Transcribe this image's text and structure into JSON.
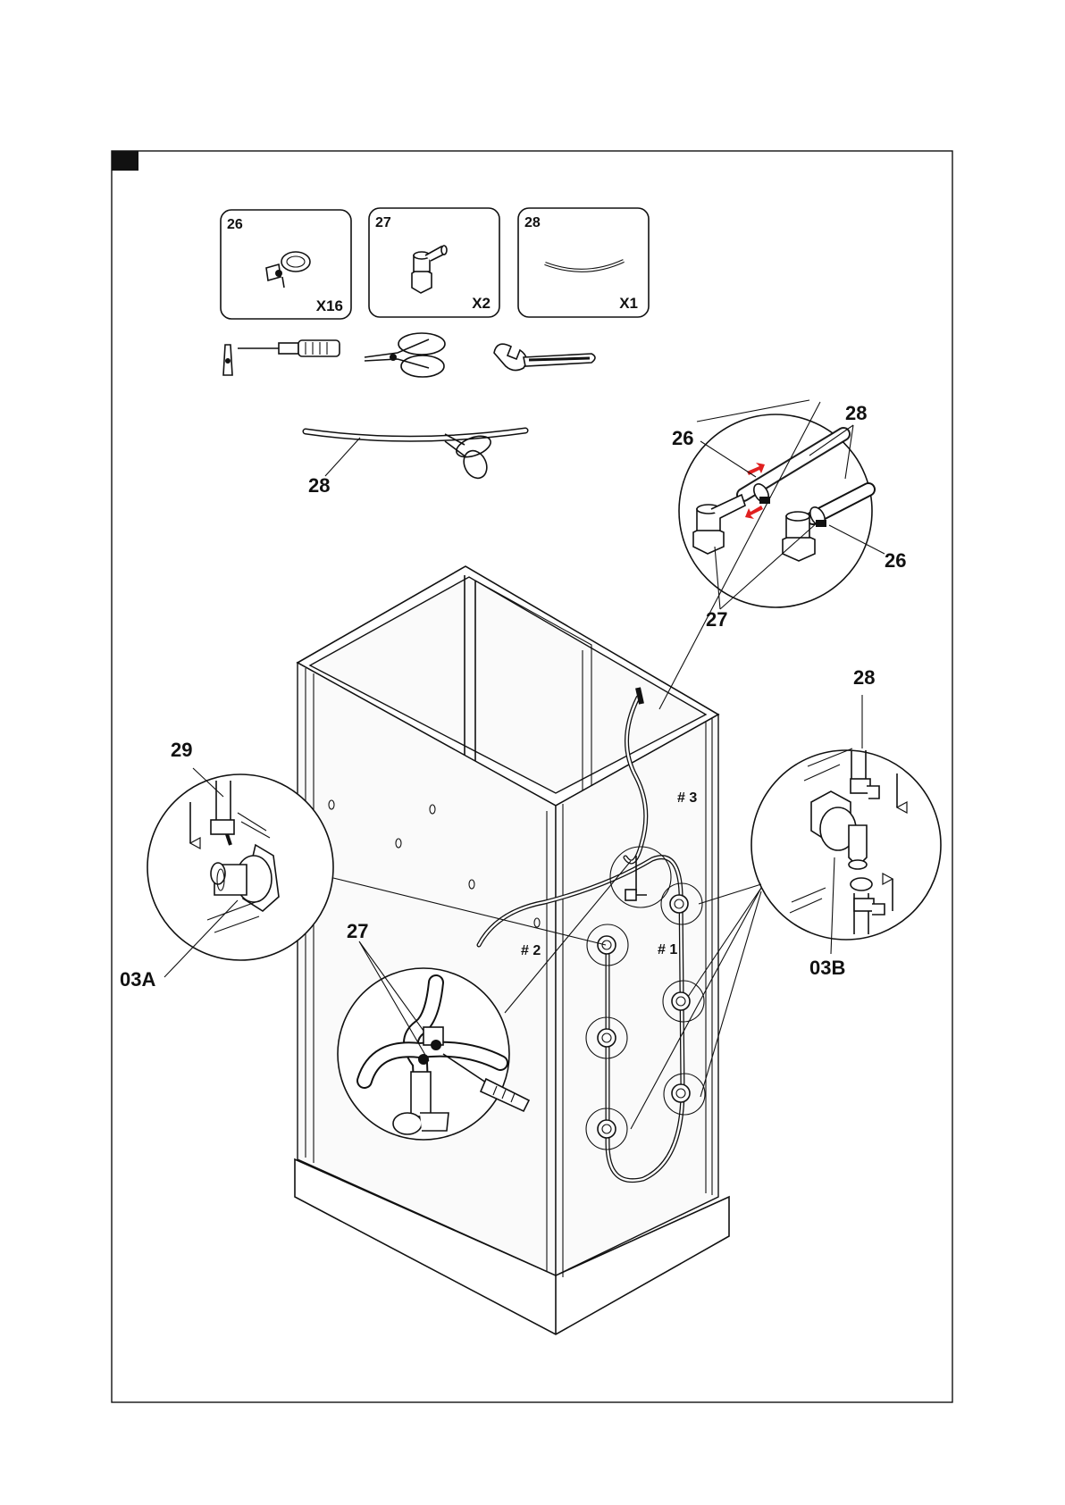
{
  "step_marker": "",
  "parts": [
    {
      "number": "26",
      "quantity": "X16",
      "icon": "hose-clamp-icon"
    },
    {
      "number": "27",
      "quantity": "X2",
      "icon": "elbow-fitting-icon"
    },
    {
      "number": "28",
      "quantity": "X1",
      "icon": "hose-icon"
    }
  ],
  "tools": [
    "screwdriver-icon",
    "scissors-icon",
    "wrench-icon"
  ],
  "callouts": {
    "cut_hose": "28",
    "top_hose": "28",
    "top_clamp_left": "26",
    "top_clamp_right": "26",
    "top_fittings": "27",
    "right_hose": "28",
    "left_hose": "29",
    "left_outlet": "03A",
    "right_outlet": "03B",
    "mid_fittings": "27"
  },
  "jet_labels": {
    "jet3": "# 3",
    "jet2": "# 2",
    "jet1": "# 1"
  }
}
